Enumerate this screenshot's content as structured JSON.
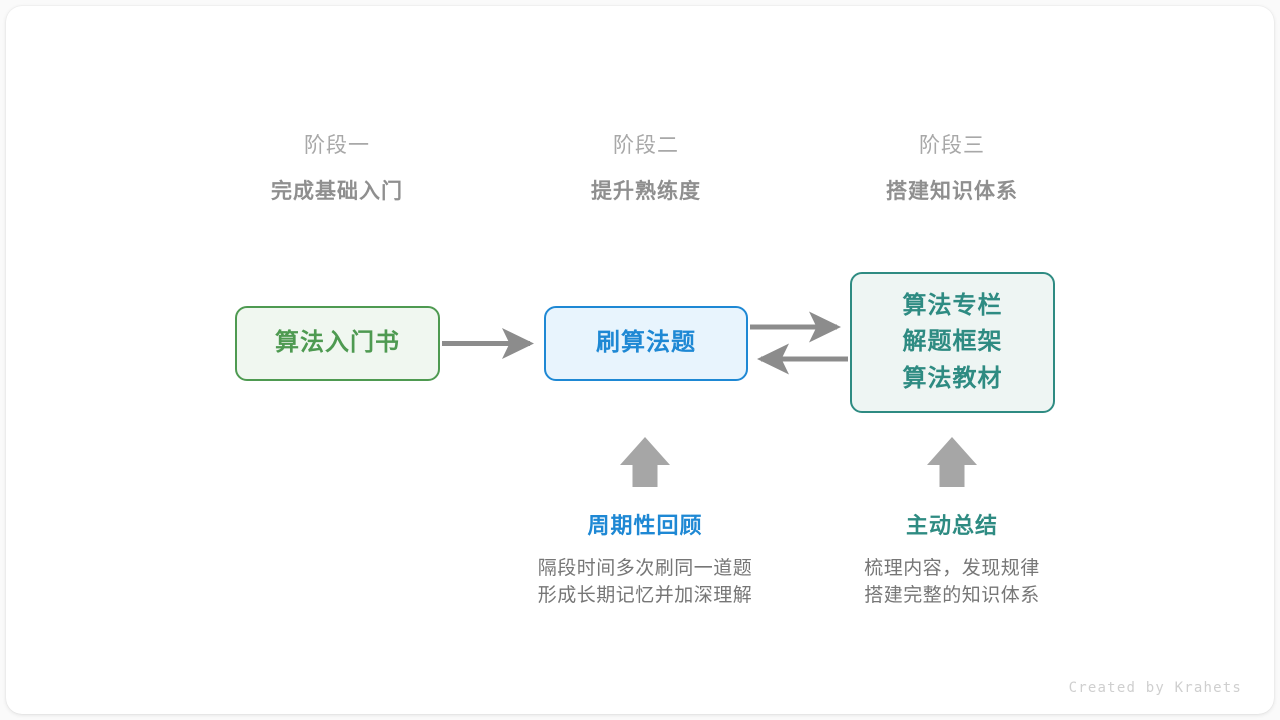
{
  "diagram": {
    "title_credit": "Created by Krahets",
    "colors": {
      "green": "#4e9a51",
      "blue": "#1e88d4",
      "teal": "#2e8b82",
      "gray_arrow": "#8c8c8c",
      "header_sub": "#a8a8a8",
      "header_title": "#8f8f8f",
      "body_text": "#767676",
      "card_bg": "#ffffff",
      "page_bg": "#fafafa"
    },
    "stages": [
      {
        "index_label": "阶段一",
        "title": "完成基础入门"
      },
      {
        "index_label": "阶段二",
        "title": "提升熟练度"
      },
      {
        "index_label": "阶段三",
        "title": "搭建知识体系"
      }
    ],
    "nodes": [
      {
        "id": "book",
        "lines": [
          "算法入门书"
        ]
      },
      {
        "id": "practice",
        "lines": [
          "刷算法题"
        ]
      },
      {
        "id": "resources",
        "lines": [
          "算法专栏",
          "解题框架",
          "算法教材"
        ]
      }
    ],
    "annotations": [
      {
        "id": "review",
        "title": "周期性回顾",
        "desc_lines": [
          "隔段时间多次刷同一道题",
          "形成长期记忆并加深理解"
        ]
      },
      {
        "id": "summary",
        "title": "主动总结",
        "desc_lines": [
          "梳理内容，发现规律",
          "搭建完整的知识体系"
        ]
      }
    ]
  }
}
